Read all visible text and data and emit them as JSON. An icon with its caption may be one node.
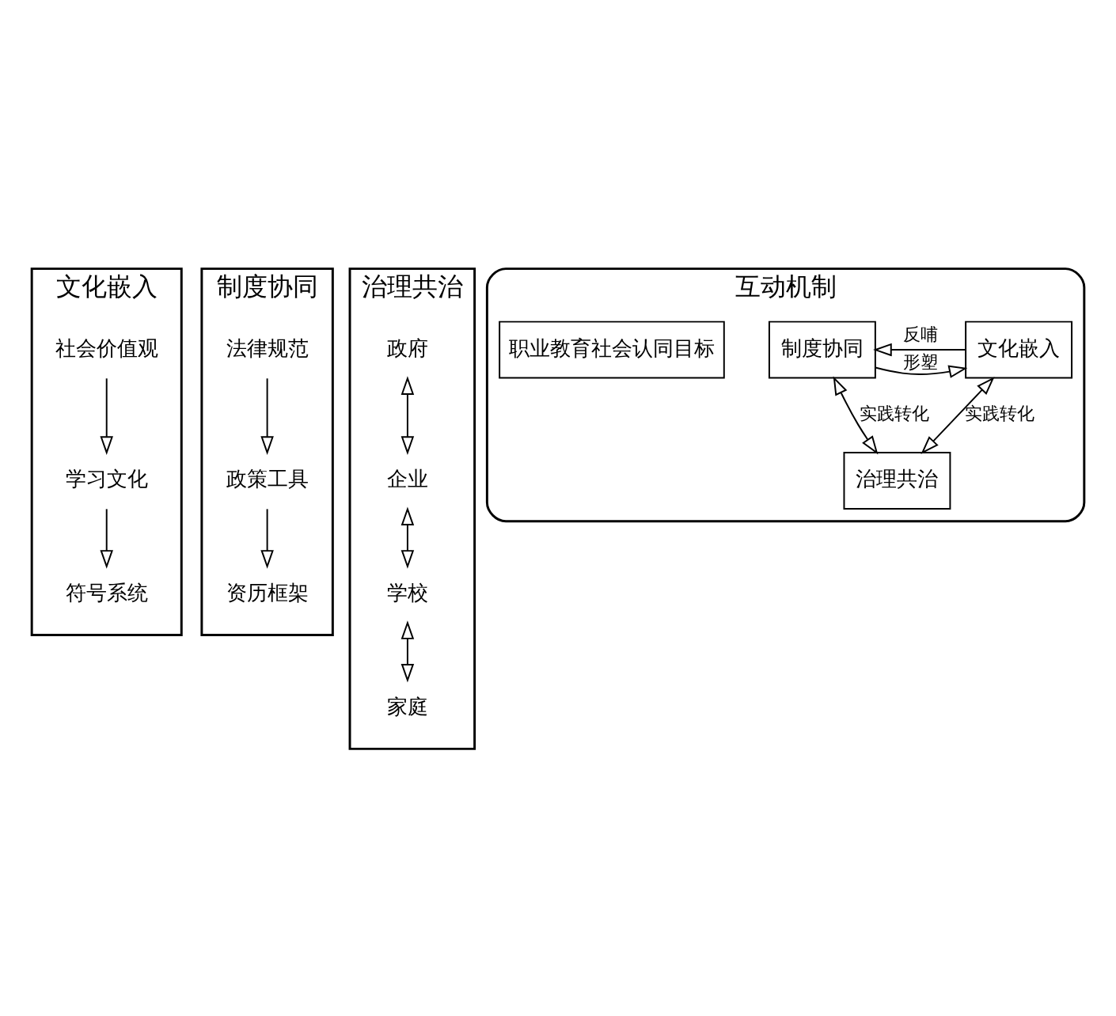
{
  "diagram": {
    "nodes": [
      {
        "text": [
          "文化嵌入"
        ]
      },
      {
        "text": [
          "社会价值观"
        ],
        "in": 0
      },
      {
        "text": [
          "学习文化"
        ],
        "in": 0
      },
      {
        "text": [
          "符号系统"
        ],
        "in": 0
      },
      {
        "text": [
          "制度协同"
        ]
      },
      {
        "text": [
          "法律规范"
        ],
        "in": 4
      },
      {
        "text": [
          "政策工具"
        ],
        "in": 4
      },
      {
        "text": [
          "资历框架"
        ],
        "in": 4
      },
      {
        "text": [
          "治理共治"
        ]
      },
      {
        "text": [
          "政府"
        ],
        "in": 8
      },
      {
        "text": [
          "企业"
        ],
        "in": 8
      },
      {
        "text": [
          "学校"
        ],
        "in": 8
      },
      {
        "text": [
          "家庭"
        ],
        "in": 8
      },
      {
        "text": [
          "互动机制"
        ]
      },
      {
        "text": [
          "文化嵌入"
        ],
        "in": 13
      },
      {
        "text": [
          "制度协同"
        ],
        "in": 13
      },
      {
        "text": [
          "职业教育社会认同目标"
        ],
        "in": 13
      },
      {
        "text": [
          "治理共治"
        ],
        "in": 13
      }
    ],
    "edges": [
      {
        "from": 1,
        "to": 2,
        "arrow": "to"
      },
      {
        "from": 2,
        "to": 3,
        "arrow": "to"
      },
      {
        "from": 5,
        "to": 6,
        "arrow": "to"
      },
      {
        "from": 6,
        "to": 7,
        "arrow": "to"
      },
      {
        "from": 9,
        "to": 10,
        "arrow": "both"
      },
      {
        "from": 10,
        "to": 11,
        "arrow": "both"
      },
      {
        "from": 11,
        "to": 12,
        "arrow": "both"
      },
      {
        "from": 14,
        "to": 15,
        "arrow": "to",
        "label": "反哺"
      },
      {
        "from": 15,
        "to": 14,
        "arrow": "to",
        "label": "形塑"
      },
      {
        "from": 14,
        "to": 17,
        "arrow": "both",
        "label": "实践转化"
      },
      {
        "from": 15,
        "to": 17,
        "arrow": "both",
        "label": "实践转化"
      }
    ]
  }
}
